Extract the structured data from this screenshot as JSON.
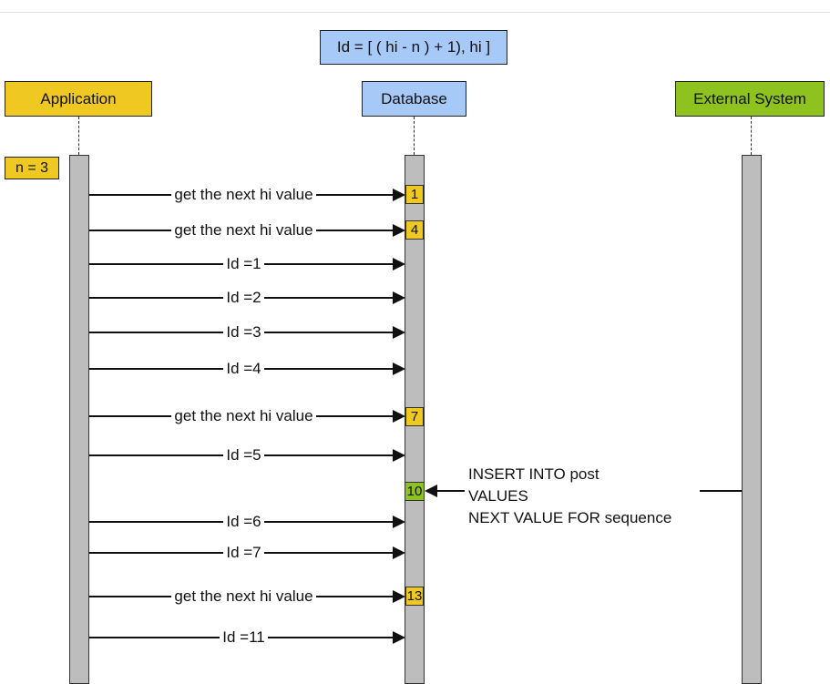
{
  "formula": "Id = [ ( hi - n ) + 1), hi ]",
  "participants": {
    "application": "Application",
    "database": "Database",
    "external": "External System"
  },
  "note": "n = 3",
  "colors": {
    "application": "#f0c822",
    "database": "#a6c9f7",
    "external": "#8dc21f",
    "lifeline": "#bdbdbd"
  },
  "messages": [
    "get the next hi value",
    "get the next hi value",
    "Id =1",
    "Id =2",
    "Id =3",
    "Id =4",
    "get the next hi value",
    "Id =5",
    "Id =6",
    "Id =7",
    "get the next hi value",
    "Id =11"
  ],
  "hi_values": [
    "1",
    "4",
    "7",
    "10",
    "13"
  ],
  "external_statement": [
    "INSERT INTO post",
    "VALUES",
    "NEXT VALUE FOR sequence"
  ]
}
